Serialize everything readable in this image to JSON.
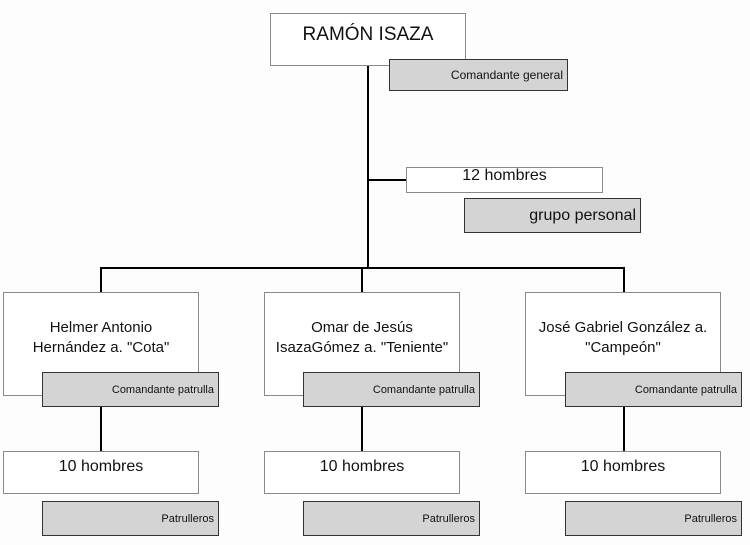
{
  "root": {
    "name": "RAMÓN ISAZA",
    "role": "Comandante general"
  },
  "staff": {
    "count": "12 hombres",
    "role": "grupo personal"
  },
  "patrols": [
    {
      "commander": "Helmer Antonio Hernández a. \"Cota\"",
      "commander_role": "Comandante patrulla",
      "unit": "10 hombres",
      "unit_role": "Patrulleros"
    },
    {
      "commander": "Omar de Jesús IsazaGómez a. \"Teniente\"",
      "commander_role": "Comandante patrulla",
      "unit": "10 hombres",
      "unit_role": "Patrulleros"
    },
    {
      "commander": "José Gabriel González a. \"Campeón\"",
      "commander_role": "Comandante patrulla",
      "unit": "10 hombres",
      "unit_role": "Patrulleros"
    }
  ]
}
